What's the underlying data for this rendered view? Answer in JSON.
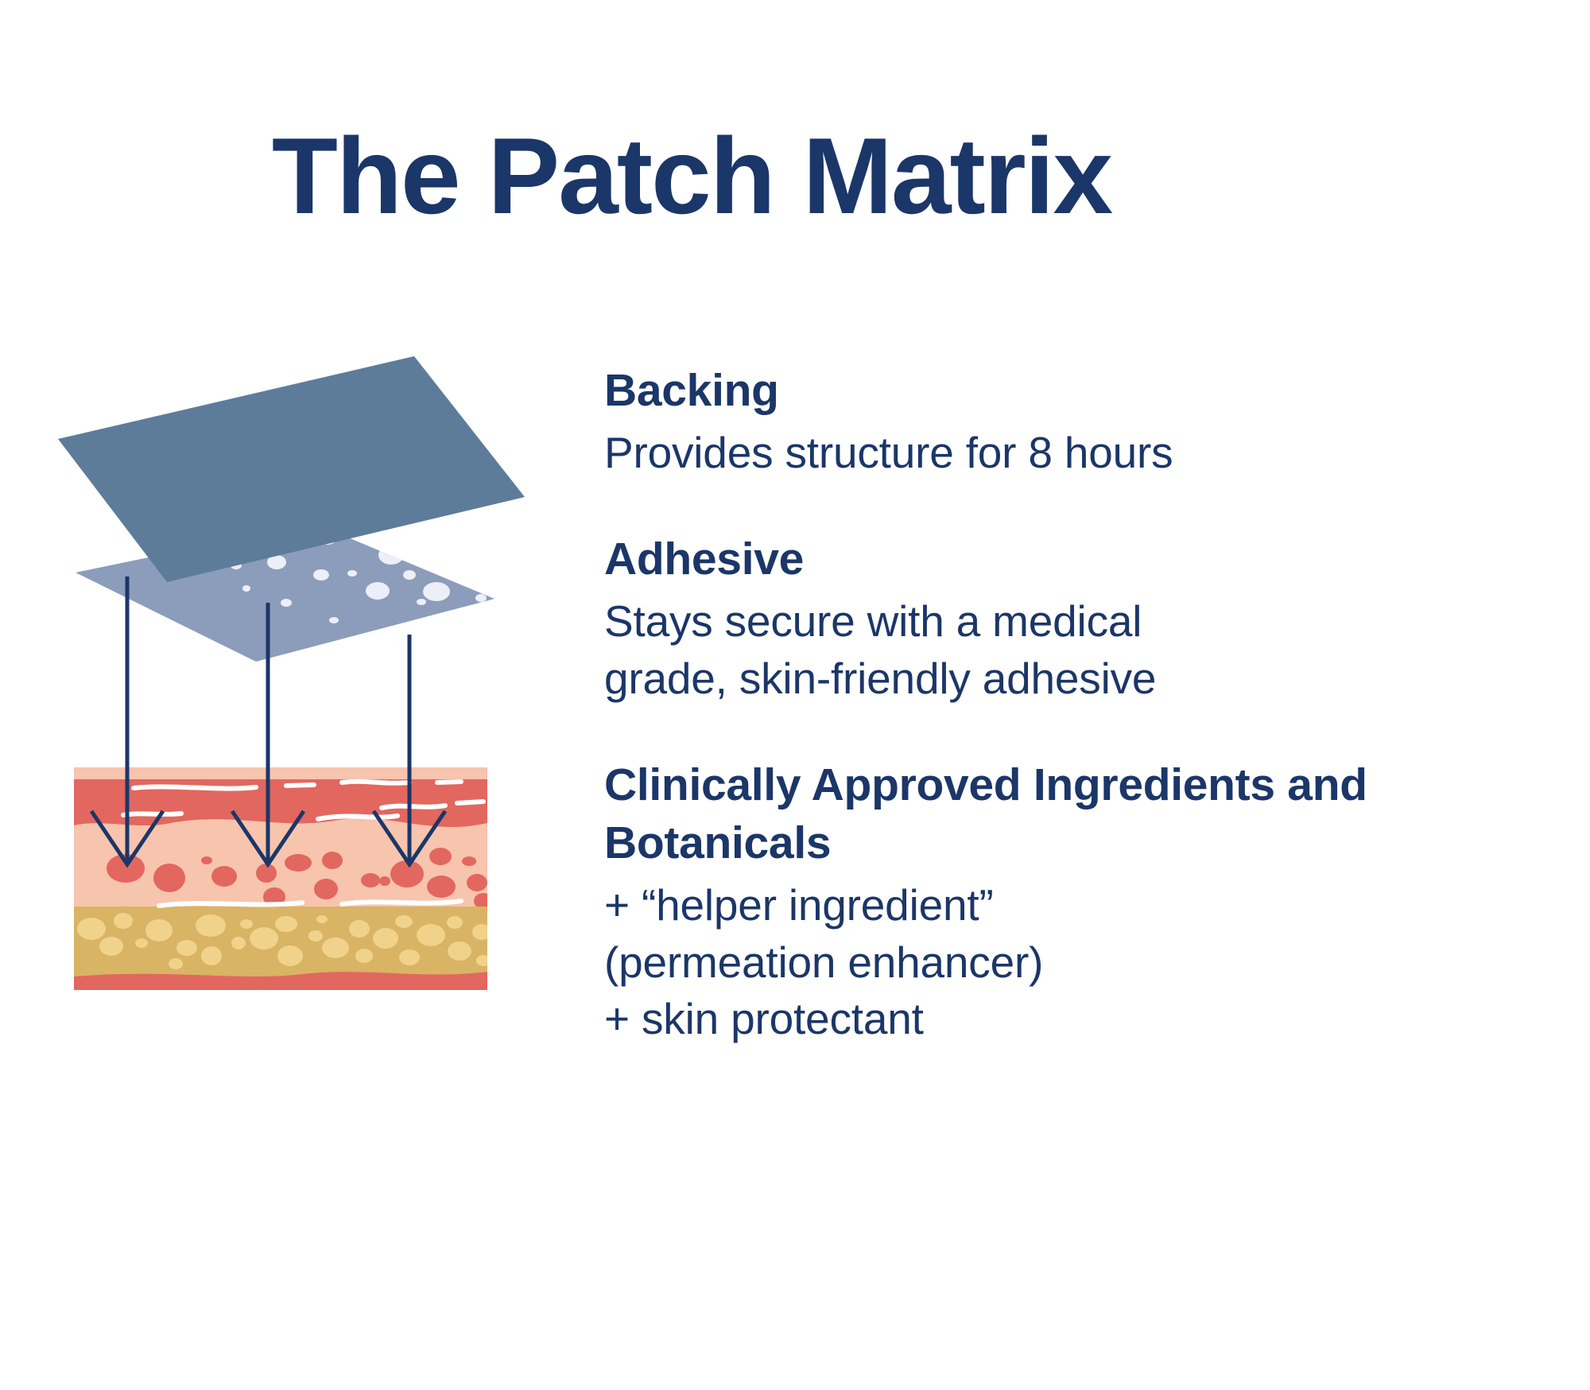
{
  "page": {
    "title": "The Patch Matrix",
    "background_color": "#ffffff",
    "text_color": "#1b3668"
  },
  "sections": [
    {
      "id": "backing",
      "heading": "Backing",
      "lines": [
        "Provides structure for 8 hours"
      ]
    },
    {
      "id": "adhesive",
      "heading": "Adhesive",
      "lines": [
        "Stays secure with a medical",
        "grade, skin-friendly adhesive"
      ]
    },
    {
      "id": "ingredients",
      "heading_lines": [
        "Clinically Approved",
        "Ingredients and Botanicals"
      ],
      "lines": [
        "+ “helper ingredient”",
        "(permeation enhancer)",
        "+ skin protectant"
      ]
    }
  ],
  "illustration": {
    "name": "transdermal-patch-layers-diagram",
    "layers": [
      {
        "id": "backing-layer",
        "label": "Backing",
        "color": "#5d7c99"
      },
      {
        "id": "adhesive-layer",
        "label": "Adhesive",
        "color": "#8b9dba",
        "dot_color": "#eceef8"
      },
      {
        "id": "skin-epidermis",
        "label": "Epidermis",
        "color": "#f5c0a8"
      },
      {
        "id": "skin-upper-dermis",
        "label": "Upper dermis",
        "color": "#e2675f"
      },
      {
        "id": "skin-dermis",
        "label": "Dermis",
        "color": "#f7c4ae"
      },
      {
        "id": "skin-cells",
        "label": "Dermal cells",
        "color": "#e2675f"
      },
      {
        "id": "skin-subcutaneous",
        "label": "Subcutaneous fat",
        "color": "#d8b464"
      },
      {
        "id": "skin-fat-cells",
        "label": "Fat cells",
        "color": "#f0d28b"
      },
      {
        "id": "skin-base",
        "label": "Muscle base",
        "color": "#e2675f"
      }
    ],
    "arrows": {
      "count": 3,
      "color": "#1b3668",
      "meaning": "ingredient-penetration-arrows"
    }
  }
}
